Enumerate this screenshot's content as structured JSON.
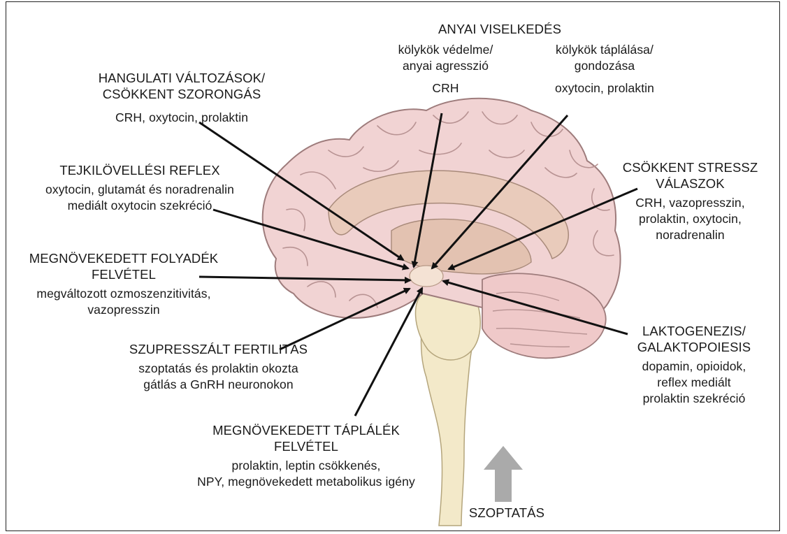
{
  "labels": {
    "maternal": {
      "title": "ANYAI VISELKEDÉS",
      "left": {
        "line1": "kölykök védelme/",
        "line2": "anyai agresszió",
        "hormone": "CRH"
      },
      "right": {
        "line1": "kölykök táplálása/",
        "line2": "gondozása",
        "hormone": "oxytocin, prolaktin"
      }
    },
    "mood": {
      "title1": "HANGULATI VÁLTOZÁSOK/",
      "title2": "CSÖKKENT SZORONGÁS",
      "desc": "CRH, oxytocin, prolaktin"
    },
    "milk": {
      "title": "TEJKILÖVELLÉSI REFLEX",
      "desc1": "oxytocin, glutamát és noradrenalin",
      "desc2": "mediált oxytocin szekréció"
    },
    "fluid": {
      "title1": "MEGNÖVEKEDETT FOLYADÉK",
      "title2": "FELVÉTEL",
      "desc1": "megváltozott ozmoszenzitivitás,",
      "desc2": "vazopresszin"
    },
    "fertility": {
      "title": "SZUPRESSZÁLT FERTILITÁS",
      "desc1": "szoptatás és prolaktin okozta",
      "desc2": "gátlás a GnRH neuronokon"
    },
    "food": {
      "title1": "MEGNÖVEKEDETT TÁPLÁLÉK",
      "title2": "FELVÉTEL",
      "desc1": "prolaktin, leptin csökkenés,",
      "desc2": "NPY, megnövekedett metabolikus igény"
    },
    "stress": {
      "title1": "CSÖKKENT STRESSZ",
      "title2": "VÁLASZOK",
      "desc1": "CRH, vazopresszin,",
      "desc2": "prolaktin, oxytocin,",
      "desc3": "noradrenalin"
    },
    "lacto": {
      "title1": "LAKTOGENEZIS/",
      "title2": "GALAKTOPOIESIS",
      "desc1": "dopamin, opioidok,",
      "desc2": "reflex mediált",
      "desc3": "prolaktin szekréció"
    },
    "nursing": {
      "title": "SZOPTATÁS"
    }
  },
  "colors": {
    "cortex": "#f1d3d3",
    "cortex_line": "#9e7c7c",
    "inner": "#e9cbbb",
    "brainstem": "#f3e9c9",
    "cerebellum": "#efc9c9",
    "arrow": "#111111",
    "nursing_arrow": "#aaaaaa"
  }
}
